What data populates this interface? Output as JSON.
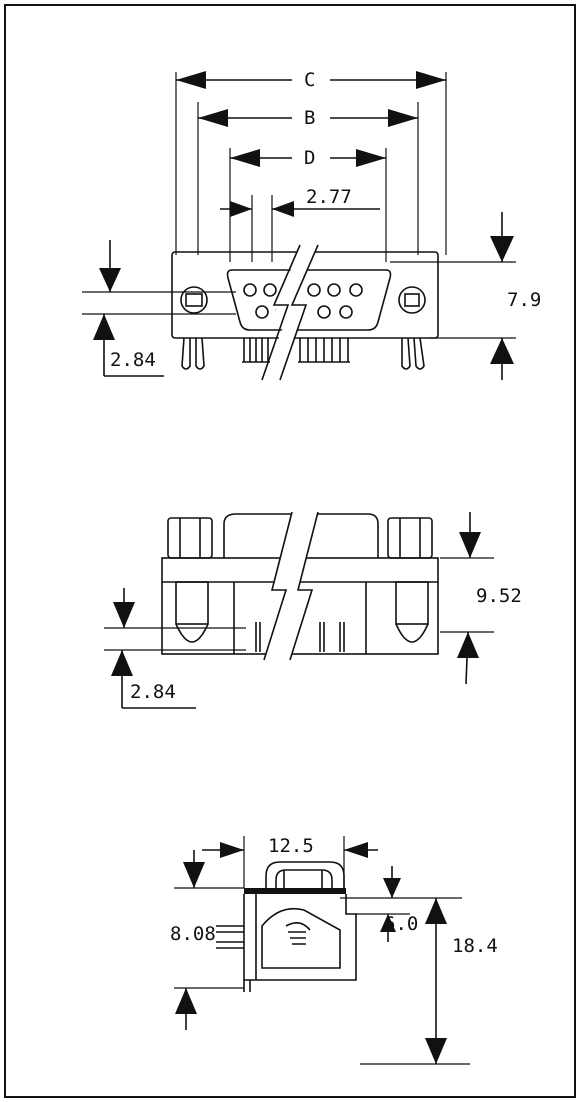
{
  "front_view": {
    "dim_c": "C",
    "dim_b": "B",
    "dim_d": "D",
    "pin_pitch": "2.77",
    "height": "7.9",
    "offset": "2.84"
  },
  "bottom_view": {
    "height": "9.52",
    "offset": "2.84"
  },
  "side_view": {
    "width": "12.5",
    "top": "6.0",
    "body": "8.08",
    "overall": "18.4"
  }
}
